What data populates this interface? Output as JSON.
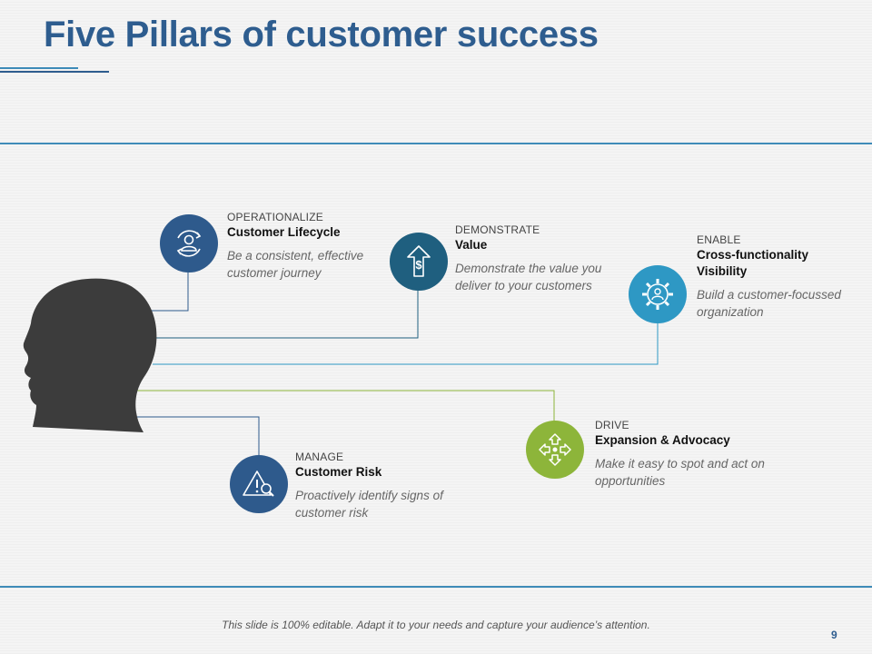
{
  "slide": {
    "title": "Five Pillars of customer success",
    "footer_note": "This slide is 100% editable. Adapt it to your needs and capture your audience’s attention.",
    "page_number": "9"
  },
  "colors": {
    "title": "#2e5d8f",
    "accent_rule": "#3e8bb8",
    "head": "#3c3c3c",
    "navy": "#2e5a8c",
    "teal_dark": "#1f5f7f",
    "teal_light": "#2e98c4",
    "green": "#8db53a"
  },
  "pillars": [
    {
      "category": "OPERATIONALIZE",
      "title": "Customer Lifecycle",
      "description": "Be a consistent, effective customer journey",
      "icon": "customer-lifecycle-icon",
      "color": "#2e5a8c"
    },
    {
      "category": "DEMONSTRATE",
      "title": "Value",
      "description": "Demonstrate the value you deliver to your customers",
      "icon": "dollar-arrow-up-icon",
      "color": "#1f5f7f"
    },
    {
      "category": "ENABLE",
      "title": "Cross-functionality Visibility",
      "description": "Build a customer-focussed organization",
      "icon": "gear-people-icon",
      "color": "#2e98c4"
    },
    {
      "category": "DRIVE",
      "title": "Expansion & Advocacy",
      "description": "Make it easy to spot and act on opportunities",
      "icon": "expand-arrows-icon",
      "color": "#8db53a"
    },
    {
      "category": "MANAGE",
      "title": "Customer Risk",
      "description": "Proactively identify signs of customer risk",
      "icon": "risk-search-icon",
      "color": "#2e5a8c"
    }
  ]
}
